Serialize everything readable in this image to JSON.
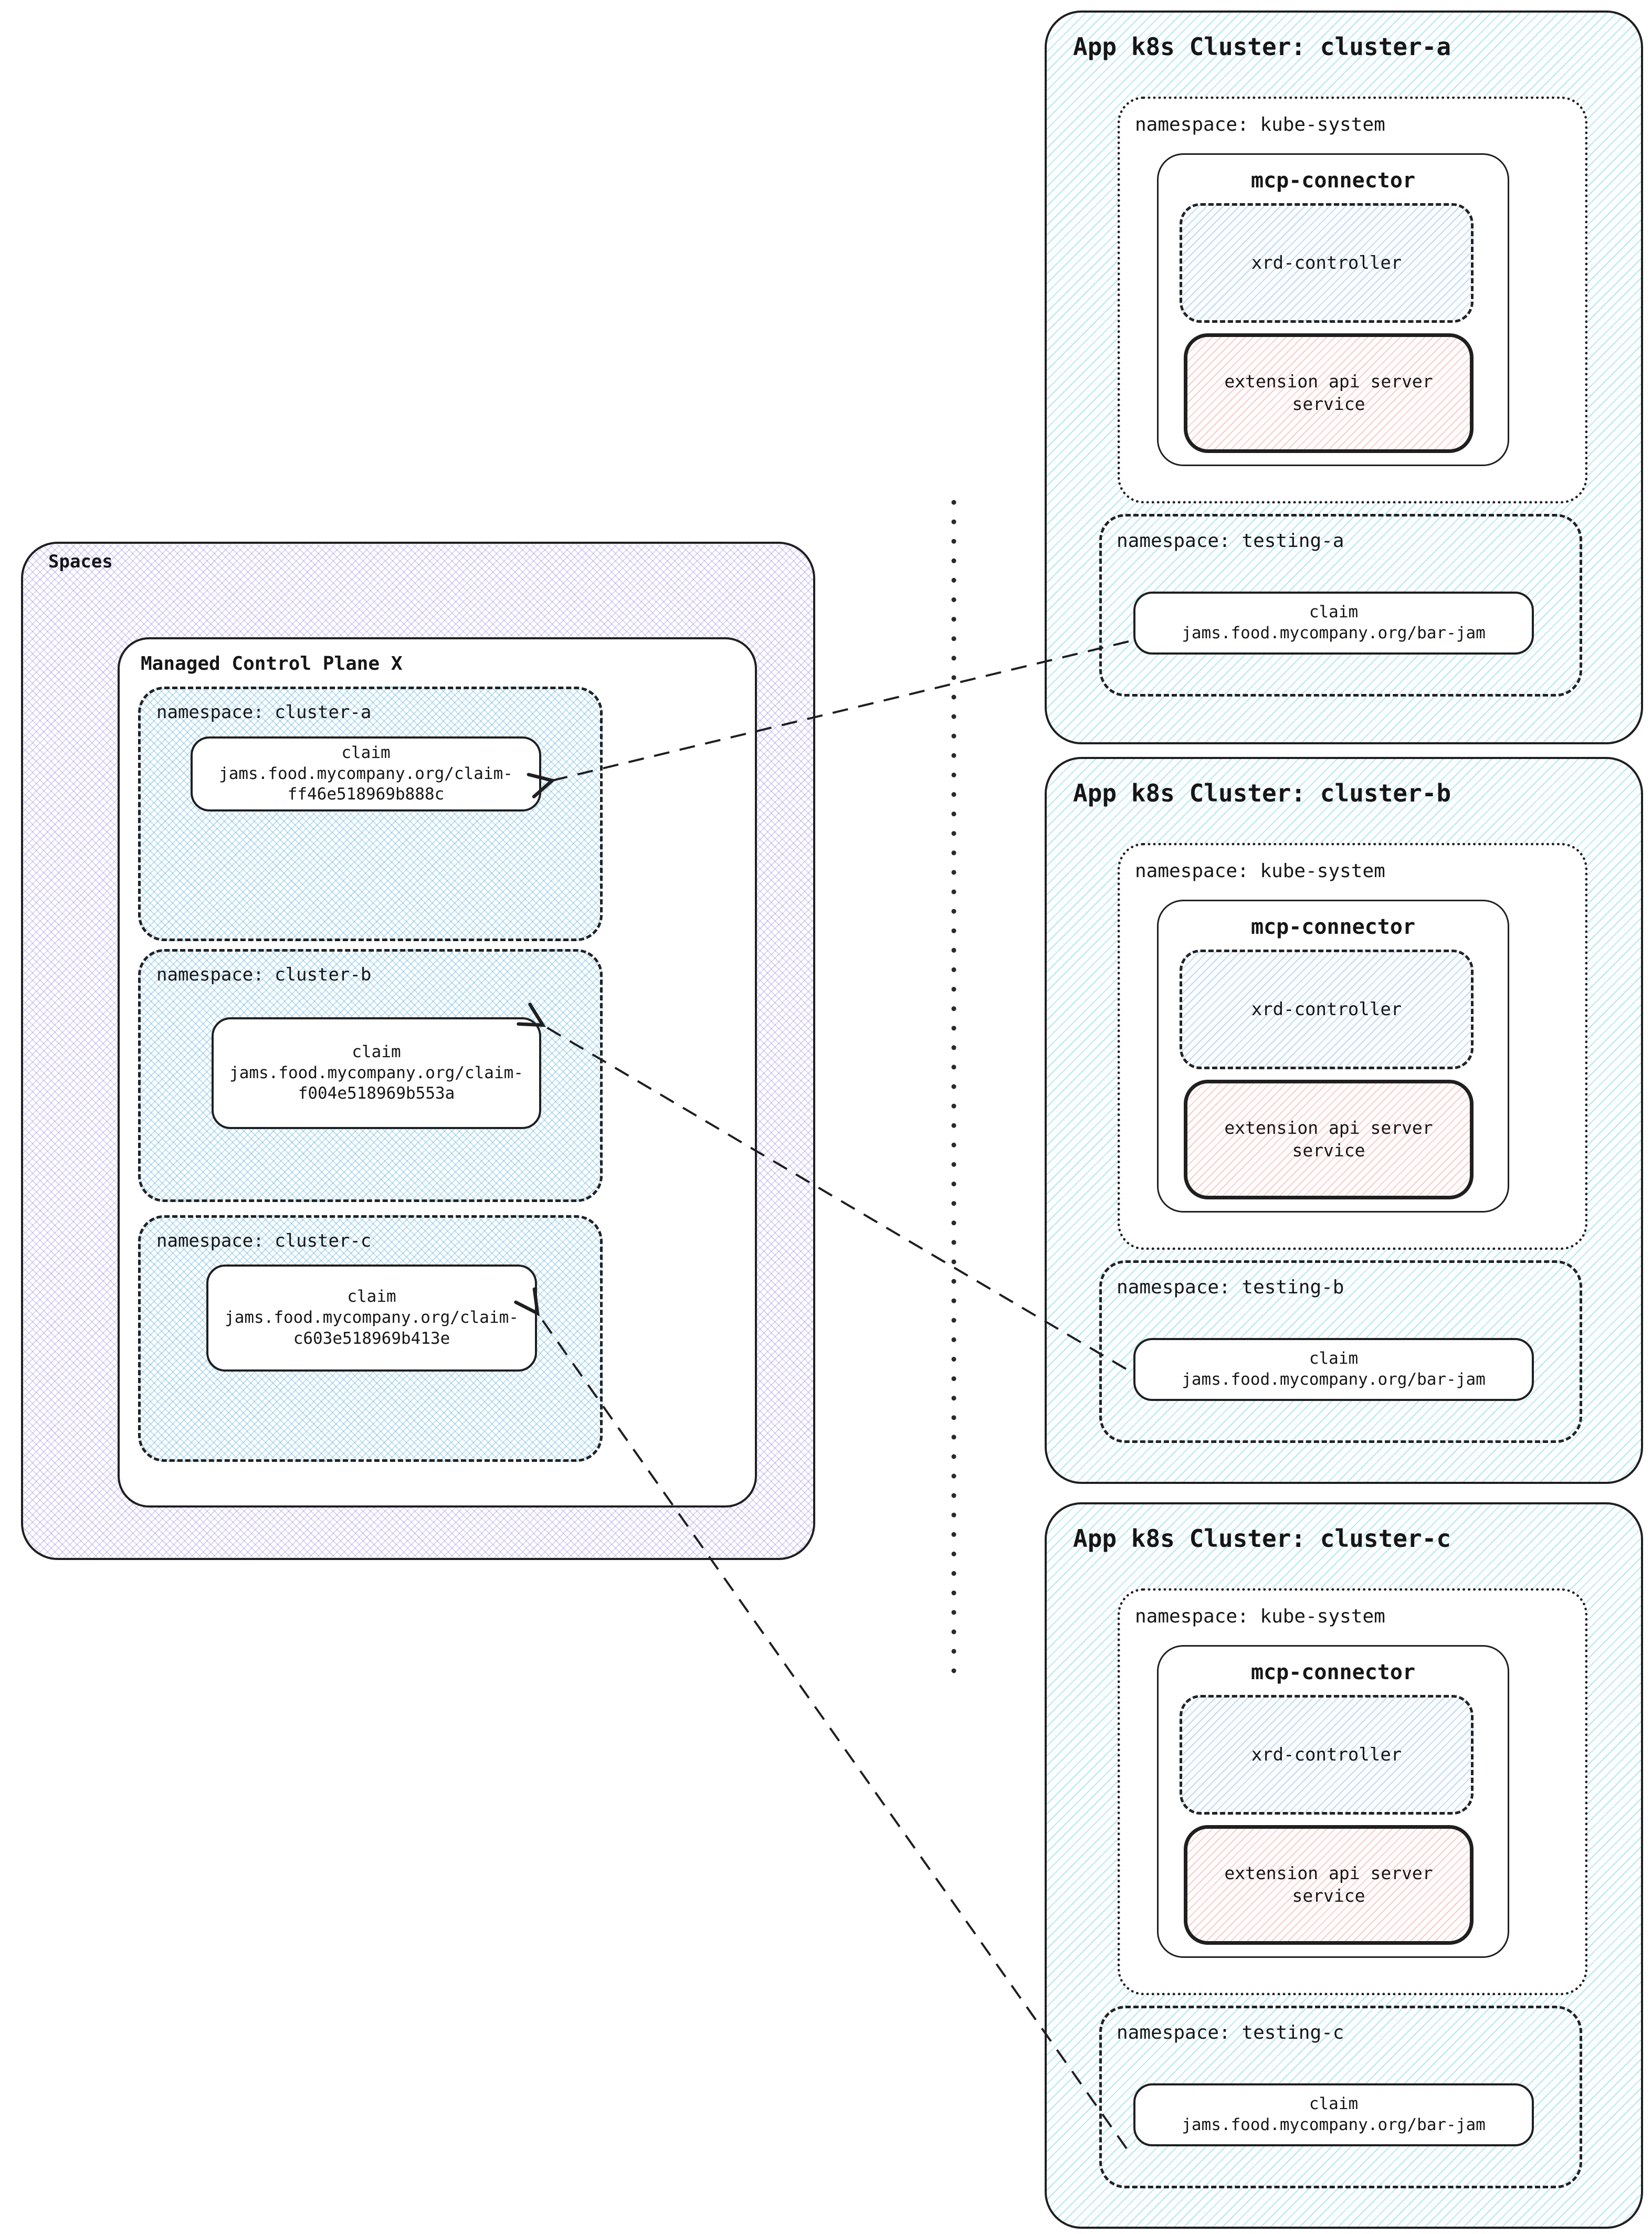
{
  "colors": {
    "cluster_hatch_cyan": "#7fd3e8",
    "left_namespace_crosshatch_blue": "#6fb9e4",
    "spaces_crosshatch_purple": "#8c73eb",
    "xrd_hatch_blue": "#64a0dc",
    "extension_hatch_red": "#eb786e",
    "line_and_border": "#1f1f1f"
  },
  "spaces": {
    "label": "Spaces",
    "control_plane": {
      "title": "Managed Control Plane X",
      "namespaces": [
        {
          "label": "namespace: cluster-a",
          "claim_title": "claim",
          "claim_value_line1": "jams.food.mycompany.org/claim-",
          "claim_value_line2": "ff46e518969b888c"
        },
        {
          "label": "namespace: cluster-b",
          "claim_title": "claim",
          "claim_value_line1": "jams.food.mycompany.org/claim-",
          "claim_value_line2": "f004e518969b553a"
        },
        {
          "label": "namespace: cluster-c",
          "claim_title": "claim",
          "claim_value_line1": "jams.food.mycompany.org/claim-",
          "claim_value_line2": "c603e518969b413e"
        }
      ]
    }
  },
  "clusters": [
    {
      "title": "App k8s Cluster: cluster-a",
      "kube_namespace": {
        "label": "namespace: kube-system",
        "mcp_connector": {
          "title": "mcp-connector",
          "xrd_controller": "xrd-controller",
          "extension_line1": "extension api server",
          "extension_line2": "service"
        }
      },
      "testing_namespace": {
        "label": "namespace: testing-a",
        "claim_title": "claim",
        "claim_value": "jams.food.mycompany.org/bar-jam"
      }
    },
    {
      "title": "App k8s Cluster: cluster-b",
      "kube_namespace": {
        "label": "namespace: kube-system",
        "mcp_connector": {
          "title": "mcp-connector",
          "xrd_controller": "xrd-controller",
          "extension_line1": "extension api server",
          "extension_line2": "service"
        }
      },
      "testing_namespace": {
        "label": "namespace: testing-b",
        "claim_title": "claim",
        "claim_value": "jams.food.mycompany.org/bar-jam"
      }
    },
    {
      "title": "App k8s Cluster: cluster-c",
      "kube_namespace": {
        "label": "namespace: kube-system",
        "mcp_connector": {
          "title": "mcp-connector",
          "xrd_controller": "xrd-controller",
          "extension_line1": "extension api server",
          "extension_line2": "service"
        }
      },
      "testing_namespace": {
        "label": "namespace: testing-c",
        "claim_title": "claim",
        "claim_value": "jams.food.mycompany.org/bar-jam"
      }
    }
  ]
}
